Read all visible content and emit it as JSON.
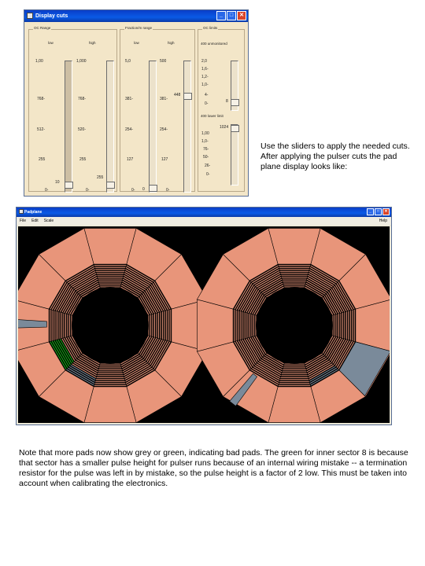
{
  "dialog": {
    "title": "Display cuts",
    "groups": [
      {
        "label": "OC Range",
        "col_low": "low",
        "col_high": "high",
        "low_values": [
          "1,00",
          "768-",
          "512-",
          "255",
          "0-"
        ],
        "high_values": [
          "1,000",
          "768-",
          "520-",
          "255",
          "0-"
        ],
        "low_thumb_label": "10",
        "high_thumb_label": "255"
      },
      {
        "label": "Fraction/m range",
        "col_low": "low",
        "col_high": "high",
        "low_values": [
          "5,0",
          "381-",
          "254-",
          "127",
          "0-"
        ],
        "high_values": [
          "500",
          "381-",
          "254-",
          "127",
          "0-"
        ],
        "low_thumb_label": "0",
        "high_thumb_label": "448"
      },
      {
        "label": "OC limits",
        "top_label": "400 unmonitored",
        "top_values": [
          "2,0",
          "1,6-",
          "1,2-",
          "1,0-",
          "4-",
          "0-"
        ],
        "top_thumb_label": "8",
        "bottom_label": "400 lower limit",
        "bottom_values": [
          "1,00",
          "1,0-",
          "76-",
          "50-",
          "26-",
          "0-"
        ],
        "bottom_thumb_label": "1024"
      }
    ]
  },
  "intro_text": "Use the sliders to apply the needed cuts. After applying the pulser cuts the pad plane display looks like:",
  "padplane": {
    "title": "Padplane",
    "menu": [
      "File",
      "Edit",
      "Scale"
    ],
    "help": "Help"
  },
  "note_text": "Note that more pads now show grey or green, indicating bad pads. The green for inner sector 8 is because that sector has a smaller pulse height for pulser runs because of an internal wiring mistake -- a termination resistor for the pulse was left in by mistake, so the pulse height is a factor of 2 low. This must be taken into account when calibrating the electronics.",
  "colors": {
    "pad": "#e8957a",
    "grey_pad": "#7a8a9a",
    "green_pad": "#18b818",
    "background": "#000000",
    "dialog_bg": "#f3e6c8"
  }
}
